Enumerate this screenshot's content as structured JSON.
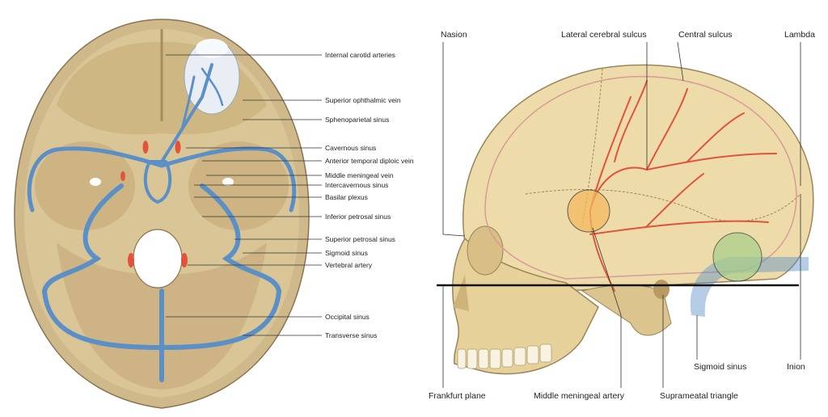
{
  "left_panel": {
    "labels": [
      "Internal carotid arteries",
      "Superior ophthalmic vein",
      "Sphenoparietal sinus",
      "Cavernous sinus",
      "Anterior temporal diploic vein",
      "Middle meningeal vein",
      "Intercavernous sinus",
      "Basilar plexus",
      "Inferior petrosal sinus",
      "Superior petrosal sinus",
      "Sigmoid sinus",
      "Vertebral artery",
      "Occipital sinus",
      "Transverse sinus"
    ]
  },
  "right_panel": {
    "top_labels": {
      "nasion": "Nasion",
      "lateral_cerebral_sulcus": "Lateral cerebral sulcus",
      "central_sulcus": "Central sulcus",
      "lambda": "Lambda"
    },
    "bottom_labels": {
      "frankfurt_plane": "Frankfurt plane",
      "middle_meningeal_artery": "Middle meningeal artery",
      "suprameatal_triangle": "Suprameatal triangle",
      "sigmoid_sinus": "Sigmoid sinus",
      "inion": "Inion"
    }
  },
  "colors": {
    "bone": "#e8d8a8",
    "bone_dark": "#c9a96e",
    "sinus": "#5b8fc7",
    "artery": "#e2533a",
    "highlight_orange": "#f6b860",
    "highlight_green": "#a8cf8a"
  }
}
